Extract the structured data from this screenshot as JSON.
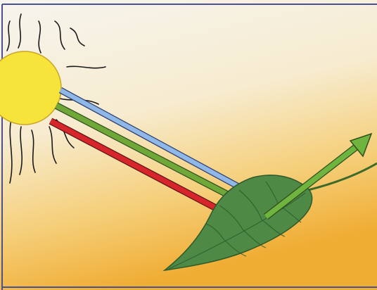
{
  "figure": {
    "title": "",
    "colors": {
      "background_top": "#f6f4ee",
      "background_bottom": "#f2b23a",
      "frame": "#4a5190",
      "sun": "#f6e43a",
      "sun_outline": "#c9a427",
      "blue_ray": "#8fb7e8",
      "green_ray": "#6fa839",
      "red_ray": "#d7262b",
      "reflected_ray": "#6fb43e",
      "leaf": "#4e8a46",
      "leaf_veins": "#2d5a2b"
    },
    "icons": [
      "sun-icon",
      "leaf-icon",
      "blue-light-arrow",
      "green-light-arrow",
      "red-light-arrow",
      "reflected-green-arrow"
    ]
  }
}
